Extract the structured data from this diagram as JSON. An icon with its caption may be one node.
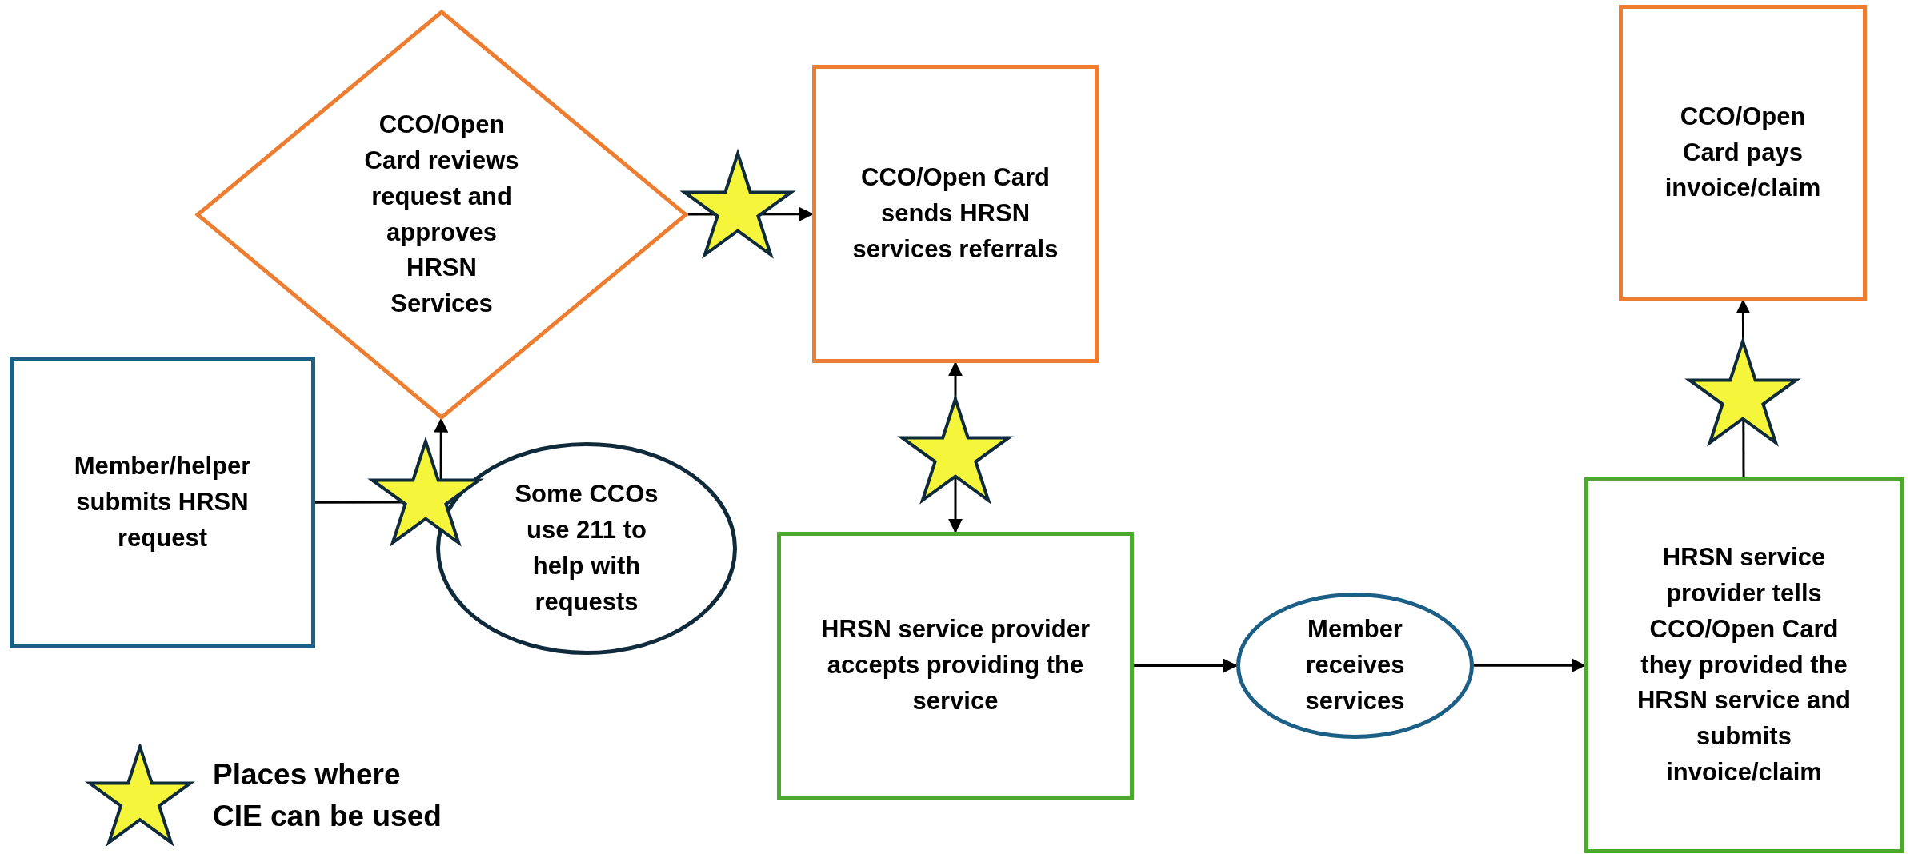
{
  "diagram": {
    "nodes": [
      {
        "text": [
          "CCO/Open Card reviews request and approves HRSN Services"
        ]
      },
      {
        "text": [
          "CCO/Open Card sends HRSN services referrals"
        ]
      },
      {
        "text": [
          "CCO/Open Card pays invoice/claim"
        ]
      },
      {
        "text": [
          "Member/helper submits HRSN request"
        ]
      },
      {
        "text": [
          "Some CCOs use 211 to help with requests"
        ]
      },
      {
        "text": [
          "HRSN service provider accepts providing the service"
        ]
      },
      {
        "text": [
          "Member receives services"
        ]
      },
      {
        "text": [
          "HRSN service provider tells CCO/Open Card they provided the HRSN service and submits invoice/claim"
        ]
      }
    ],
    "edges": [
      {
        "from": 3,
        "to": 0,
        "arrow": "to"
      },
      {
        "from": 0,
        "to": 1,
        "arrow": "to"
      },
      {
        "from": 1,
        "to": 5,
        "arrow": "both"
      },
      {
        "from": 5,
        "to": 6,
        "arrow": "to"
      },
      {
        "from": 6,
        "to": 7,
        "arrow": "to"
      },
      {
        "from": 7,
        "to": 2,
        "arrow": "to"
      }
    ],
    "legend": [
      {
        "text": "Places where CIE can be used"
      }
    ]
  }
}
